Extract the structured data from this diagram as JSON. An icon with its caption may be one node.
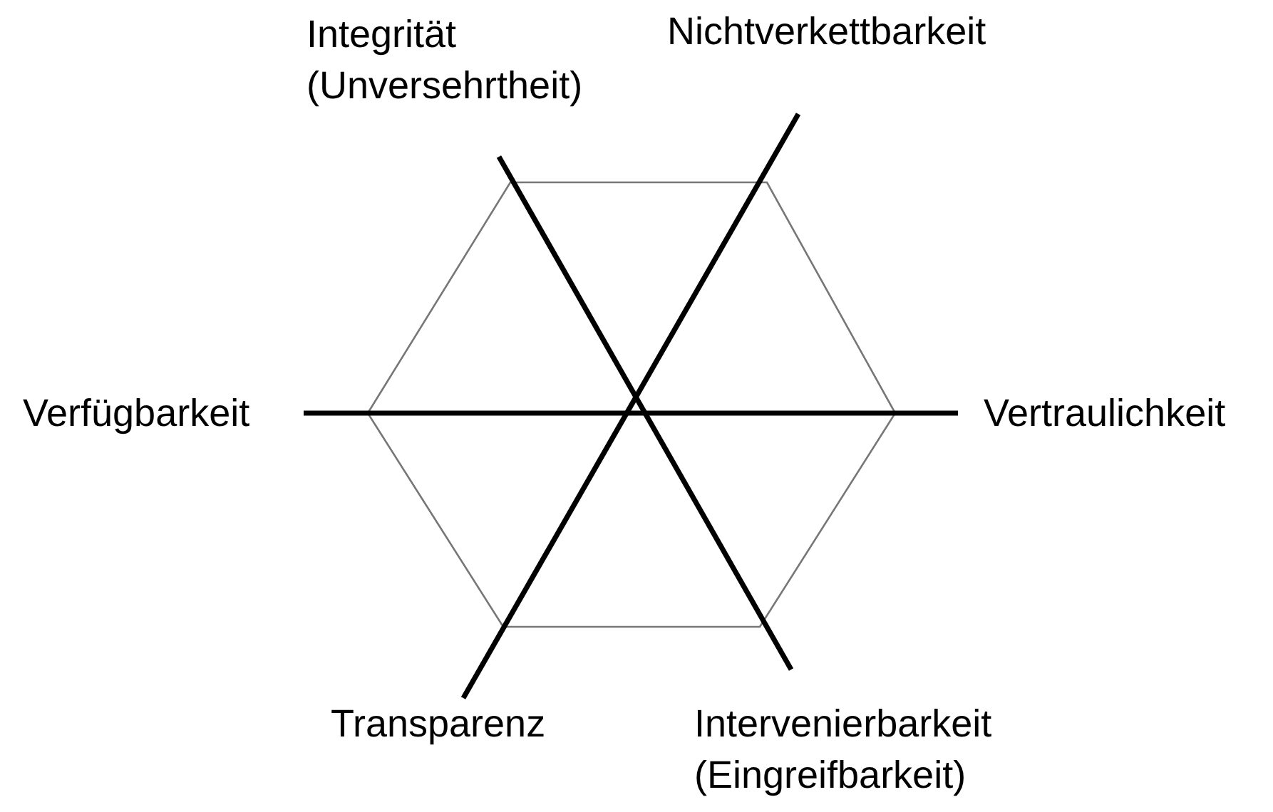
{
  "diagram": {
    "labels": [
      "Integrität (Unversehrtheit)",
      "Nichtverkettbarkeit",
      "Verfügbarkeit",
      "Vertraulichkeit",
      "Transparenz",
      "Intervenierbarkeit (Eingreifbarkeit)"
    ]
  }
}
